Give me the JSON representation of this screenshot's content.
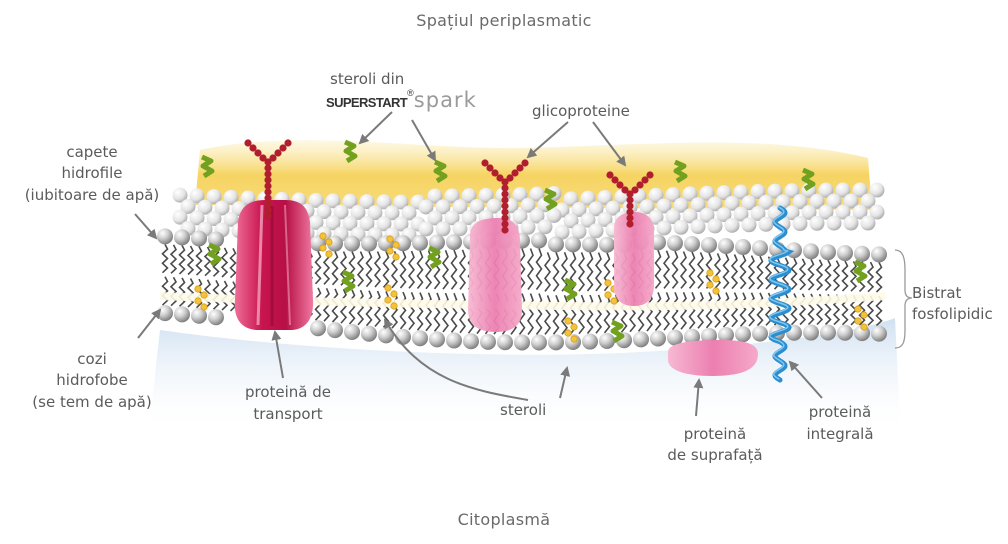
{
  "regions": {
    "top": "Spațiul periplasmatic",
    "bottom": "Citoplasmă"
  },
  "labels": {
    "steroli_din": "steroli din",
    "brand_superstart": "SUPERSTART",
    "brand_registered": "®",
    "brand_spark": "spark",
    "glicoproteine": "glicoproteine",
    "capete_1": "capete",
    "capete_2": "hidrofile",
    "capete_3": "(iubitoare de apă)",
    "cozi_1": "cozi",
    "cozi_2": "hidrofobe",
    "cozi_3": "(se tem de apă)",
    "transport_1": "proteină de",
    "transport_2": "transport",
    "steroli": "steroli",
    "suprafata_1": "proteină",
    "suprafata_2": "de suprafață",
    "integrala_1": "proteină",
    "integrala_2": "integrală",
    "bistrat_1": "Bistrat",
    "bistrat_2": "fosfolipidic"
  },
  "colors": {
    "head": "#a7a7a7",
    "tail": "#4a4a4a",
    "periplasm": "#f7d667",
    "cytoplasm": "#dce8f5",
    "transport_protein": "#d8235f",
    "glyco_protein": "#ee8ab6",
    "surface_protein": "#ec8ab8",
    "integral_protein": "#2a8fd1",
    "sterol": "#f2c23a",
    "sugar_chain": "#b11f2f",
    "cholesterol_green": "#72a11f",
    "arrow": "#7a7a7a"
  }
}
